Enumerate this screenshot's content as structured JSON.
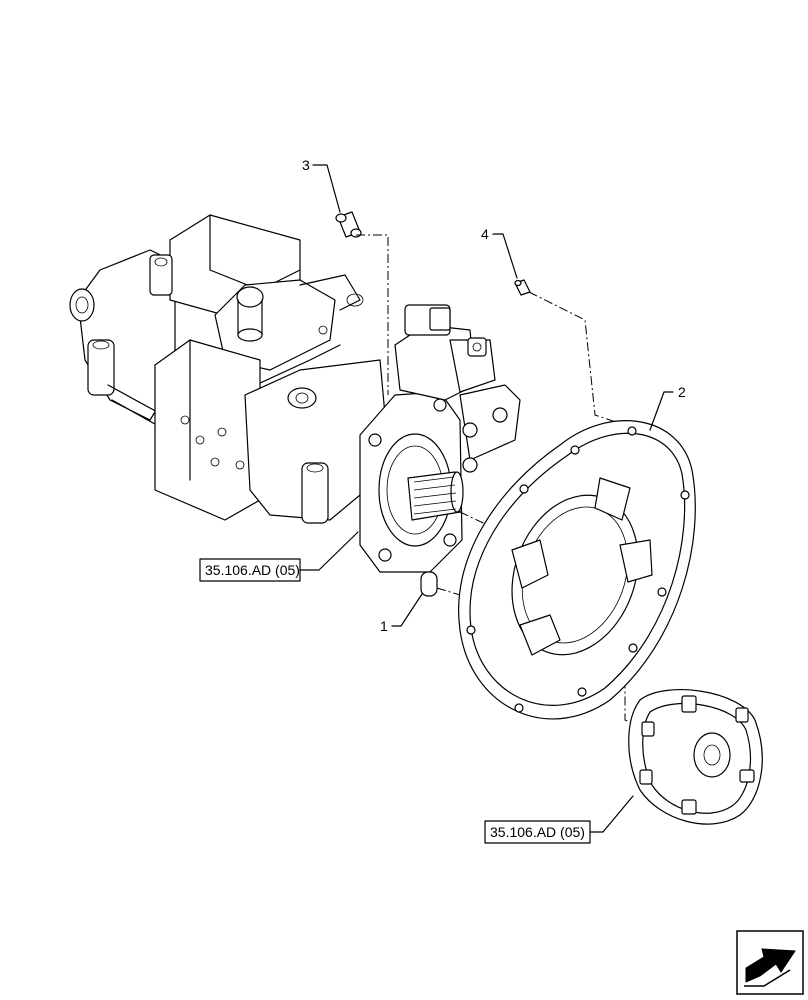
{
  "callouts": {
    "item_1": "1",
    "item_2": "2",
    "item_3": "3",
    "item_4": "4"
  },
  "references": {
    "pump_ref": "35.106.AD (05)",
    "coupling_ref": "35.106.AD (05)"
  },
  "icons": {
    "nav": "arrow-nav-icon"
  }
}
